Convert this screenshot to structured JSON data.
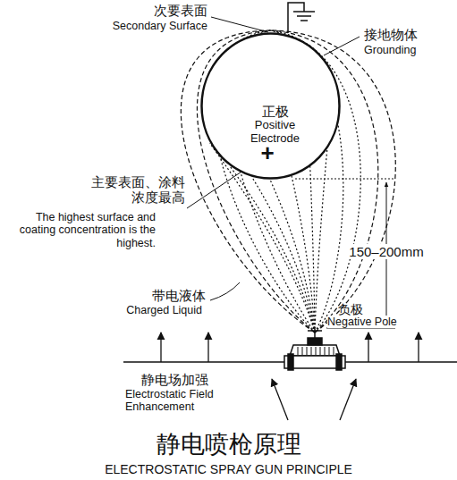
{
  "diagram": {
    "title": "静电喷枪原理",
    "caption": "ELECTROSTATIC SPRAY GUN PRINCIPLE",
    "nodes": [
      {
        "text": [
          "正极",
          "Positive Electrode"
        ]
      }
    ],
    "labels": [
      "次要表面",
      "Secondary Surface",
      "接地物体",
      "Grounding",
      "+",
      "主要表面、涂料 浓度最高",
      "The highest surface and coating concentration is the highest.",
      "150–200mm",
      "带电液体",
      "Charged Liquid",
      "负极",
      "Negative Pole",
      "静电场加强",
      "Electrostatic Field Enhancement"
    ]
  }
}
